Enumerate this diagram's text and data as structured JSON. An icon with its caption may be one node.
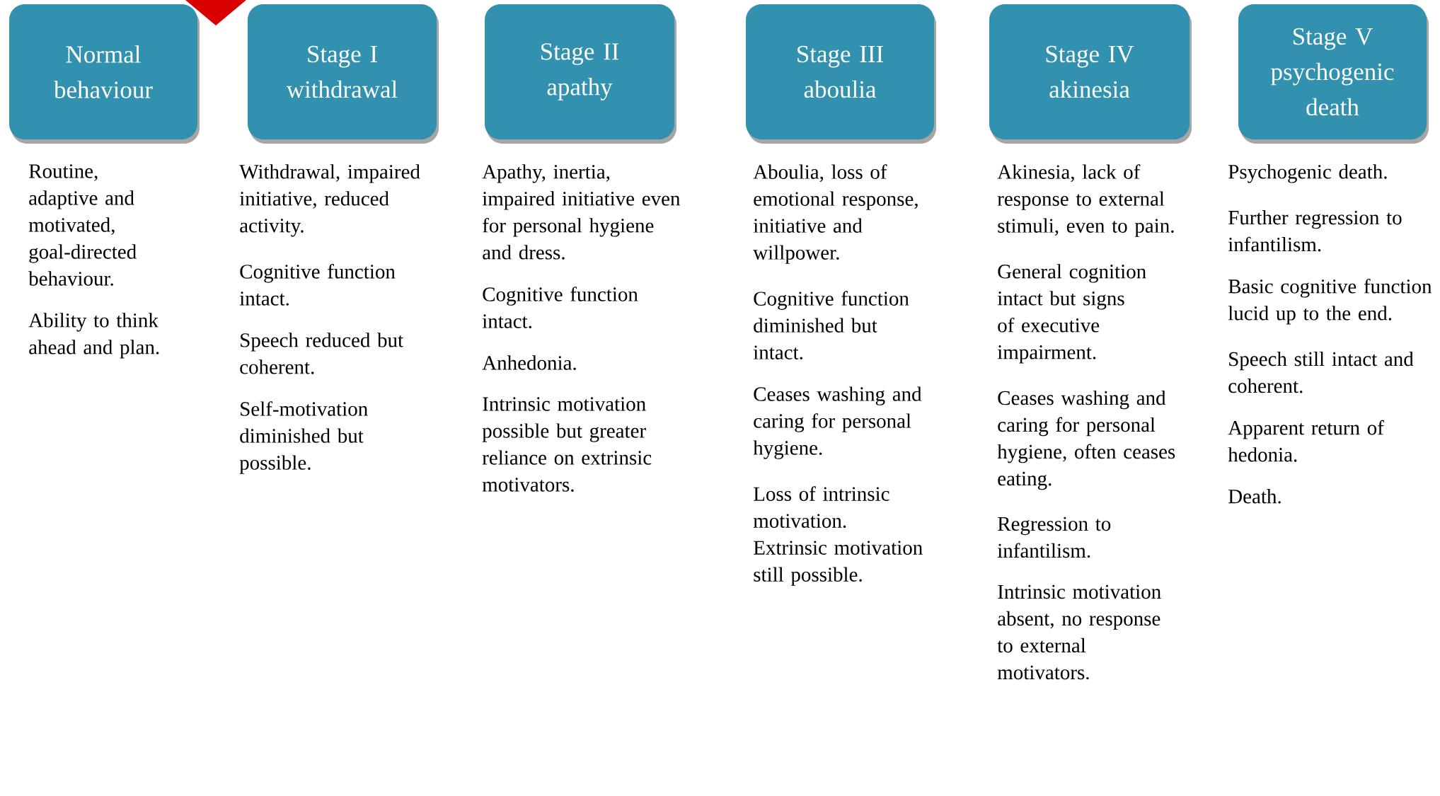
{
  "diagram": {
    "nodes": [
      {
        "text": [
          "Normal behaviour"
        ],
        "beside": [
          "Routine, adaptive and motivated, goal-directed behaviour.",
          "Ability to think ahead and plan."
        ]
      },
      {
        "text": [],
        "shape": "triangle"
      },
      {
        "text": [
          "Stage I withdrawal"
        ],
        "beside": [
          "Withdrawal, impaired initiative, reduced activity.",
          "Cognitive function intact.",
          "Speech reduced but coherent.",
          "Self-motivation diminished but possible."
        ]
      },
      {
        "text": [
          "Stage II apathy"
        ],
        "beside": [
          "Apathy, inertia, impaired initiative even for personal hygiene and dress.",
          "Cognitive function intact.",
          "Anhedonia.",
          "Intrinsic motivation possible but greater reliance on extrinsic motivators."
        ]
      },
      {
        "text": [
          "Stage III aboulia"
        ],
        "beside": [
          "Aboulia, loss of emotional response, initiative and willpower.",
          "Cognitive function diminished but intact.",
          "Ceases washing and caring for personal hygiene.",
          "Loss of intrinsic motivation. Extrinsic motivation still possible."
        ]
      },
      {
        "text": [
          "Stage IV akinesia"
        ],
        "beside": [
          "Akinesia, lack of response to external stimuli, even to pain.",
          "General cognition intact but signs of executive impairment.",
          "Ceases washing and caring for personal hygiene, often ceases eating.",
          "Regression to infantilism.",
          "Intrinsic motivation absent, no response to external motivators."
        ]
      },
      {
        "text": [
          "Stage V psychogenic death"
        ],
        "beside": [
          "Psychogenic death.",
          "Further regression to infantilism.",
          "Basic cognitive function lucid up to the end.",
          "Speech still intact and coherent.",
          "Apparent return of hedonia.",
          "Death."
        ]
      }
    ]
  }
}
